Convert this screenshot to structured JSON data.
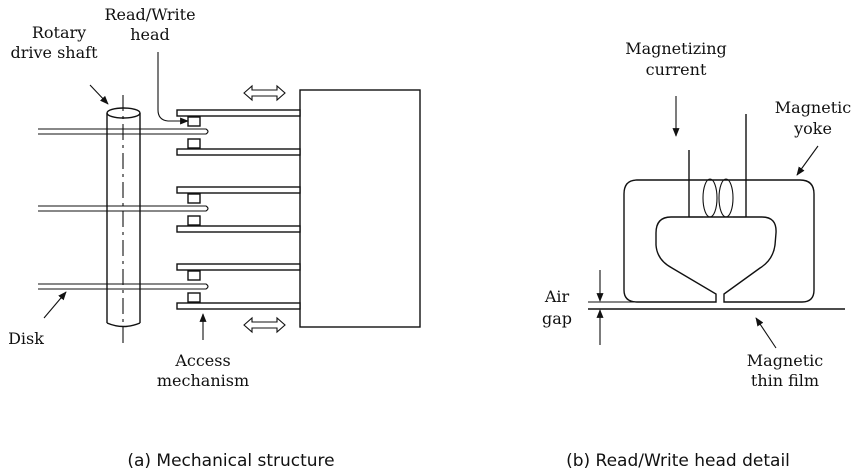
{
  "panel_a": {
    "caption": "(a) Mechanical structure",
    "labels": {
      "shaft_line1": "Rotary",
      "shaft_line2": "drive shaft",
      "head_line1": "Read/Write",
      "head_line2": "head",
      "disk": "Disk",
      "access_line1": "Access",
      "access_line2": "mechanism"
    }
  },
  "panel_b": {
    "caption": "(b) Read/Write head detail",
    "labels": {
      "current_line1": "Magnetizing",
      "current_line2": "current",
      "yoke_line1": "Magnetic",
      "yoke_line2": "yoke",
      "gap_line1": "Air",
      "gap_line2": "gap",
      "film_line1": "Magnetic",
      "film_line2": "thin film"
    }
  }
}
